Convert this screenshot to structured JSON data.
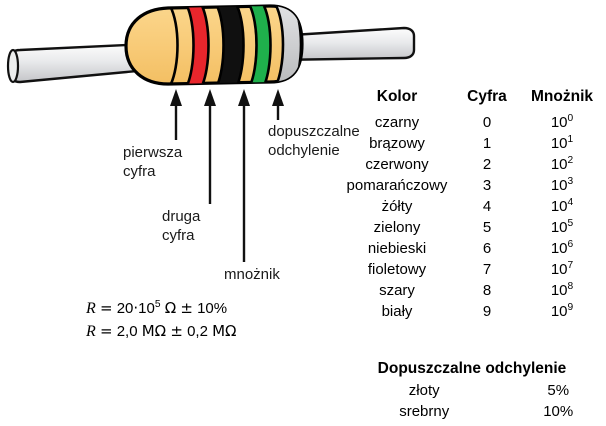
{
  "figure": {
    "title": "Resistor colour code chart",
    "resistor": {
      "body_color": "#f8cb78",
      "lead_color": "#d9dadb",
      "outline_color": "#000000",
      "bands": [
        {
          "name": "band-1-first-digit",
          "color": "#e8262c",
          "label": "czerwony"
        },
        {
          "name": "band-2-second-digit",
          "color": "#000000",
          "label": "czarny"
        },
        {
          "name": "band-3-multiplier",
          "color": "#1fb04c",
          "label": "zielony"
        },
        {
          "name": "band-4-tolerance",
          "color": "#c9cacc",
          "label": "srebrny"
        }
      ]
    },
    "callouts": [
      {
        "id": "first-digit",
        "lines": [
          "pierwsza",
          "cyfra"
        ]
      },
      {
        "id": "second-digit",
        "lines": [
          "druga",
          "cyfra"
        ]
      },
      {
        "id": "multiplier",
        "lines": [
          "mnożnik"
        ]
      },
      {
        "id": "tolerance",
        "lines": [
          "dopuszczalne",
          "odchylenie"
        ]
      }
    ]
  },
  "equations": {
    "line1": {
      "variable": "R",
      "equals": "=",
      "mantissa": "20",
      "dot": "·",
      "base": "10",
      "exponent": "5",
      "unit": "Ω",
      "plusminus": "±",
      "tolerance": "10%"
    },
    "line2": {
      "variable": "R",
      "equals": "=",
      "value": "2,0",
      "unit": "MΩ",
      "plusminus": "±",
      "uncertainty": "0,2",
      "uncertainty_unit": "MΩ"
    }
  },
  "table": {
    "headers": {
      "color": "Kolor",
      "digit": "Cyfra",
      "multiplier": "Mnożnik"
    },
    "rows": [
      {
        "color": "czarny",
        "digit": "0",
        "base": "10",
        "exp": "0"
      },
      {
        "color": "brązowy",
        "digit": "1",
        "base": "10",
        "exp": "1"
      },
      {
        "color": "czerwony",
        "digit": "2",
        "base": "10",
        "exp": "2"
      },
      {
        "color": "pomarańczowy",
        "digit": "3",
        "base": "10",
        "exp": "3"
      },
      {
        "color": "żółty",
        "digit": "4",
        "base": "10",
        "exp": "4"
      },
      {
        "color": "zielony",
        "digit": "5",
        "base": "10",
        "exp": "5"
      },
      {
        "color": "niebieski",
        "digit": "6",
        "base": "10",
        "exp": "6"
      },
      {
        "color": "fioletowy",
        "digit": "7",
        "base": "10",
        "exp": "7"
      },
      {
        "color": "szary",
        "digit": "8",
        "base": "10",
        "exp": "8"
      },
      {
        "color": "biały",
        "digit": "9",
        "base": "10",
        "exp": "9"
      }
    ]
  },
  "tolerance_table": {
    "title": "Dopuszczalne odchylenie",
    "rows": [
      {
        "color": "złoty",
        "value": "5%"
      },
      {
        "color": "srebrny",
        "value": "10%"
      }
    ]
  }
}
